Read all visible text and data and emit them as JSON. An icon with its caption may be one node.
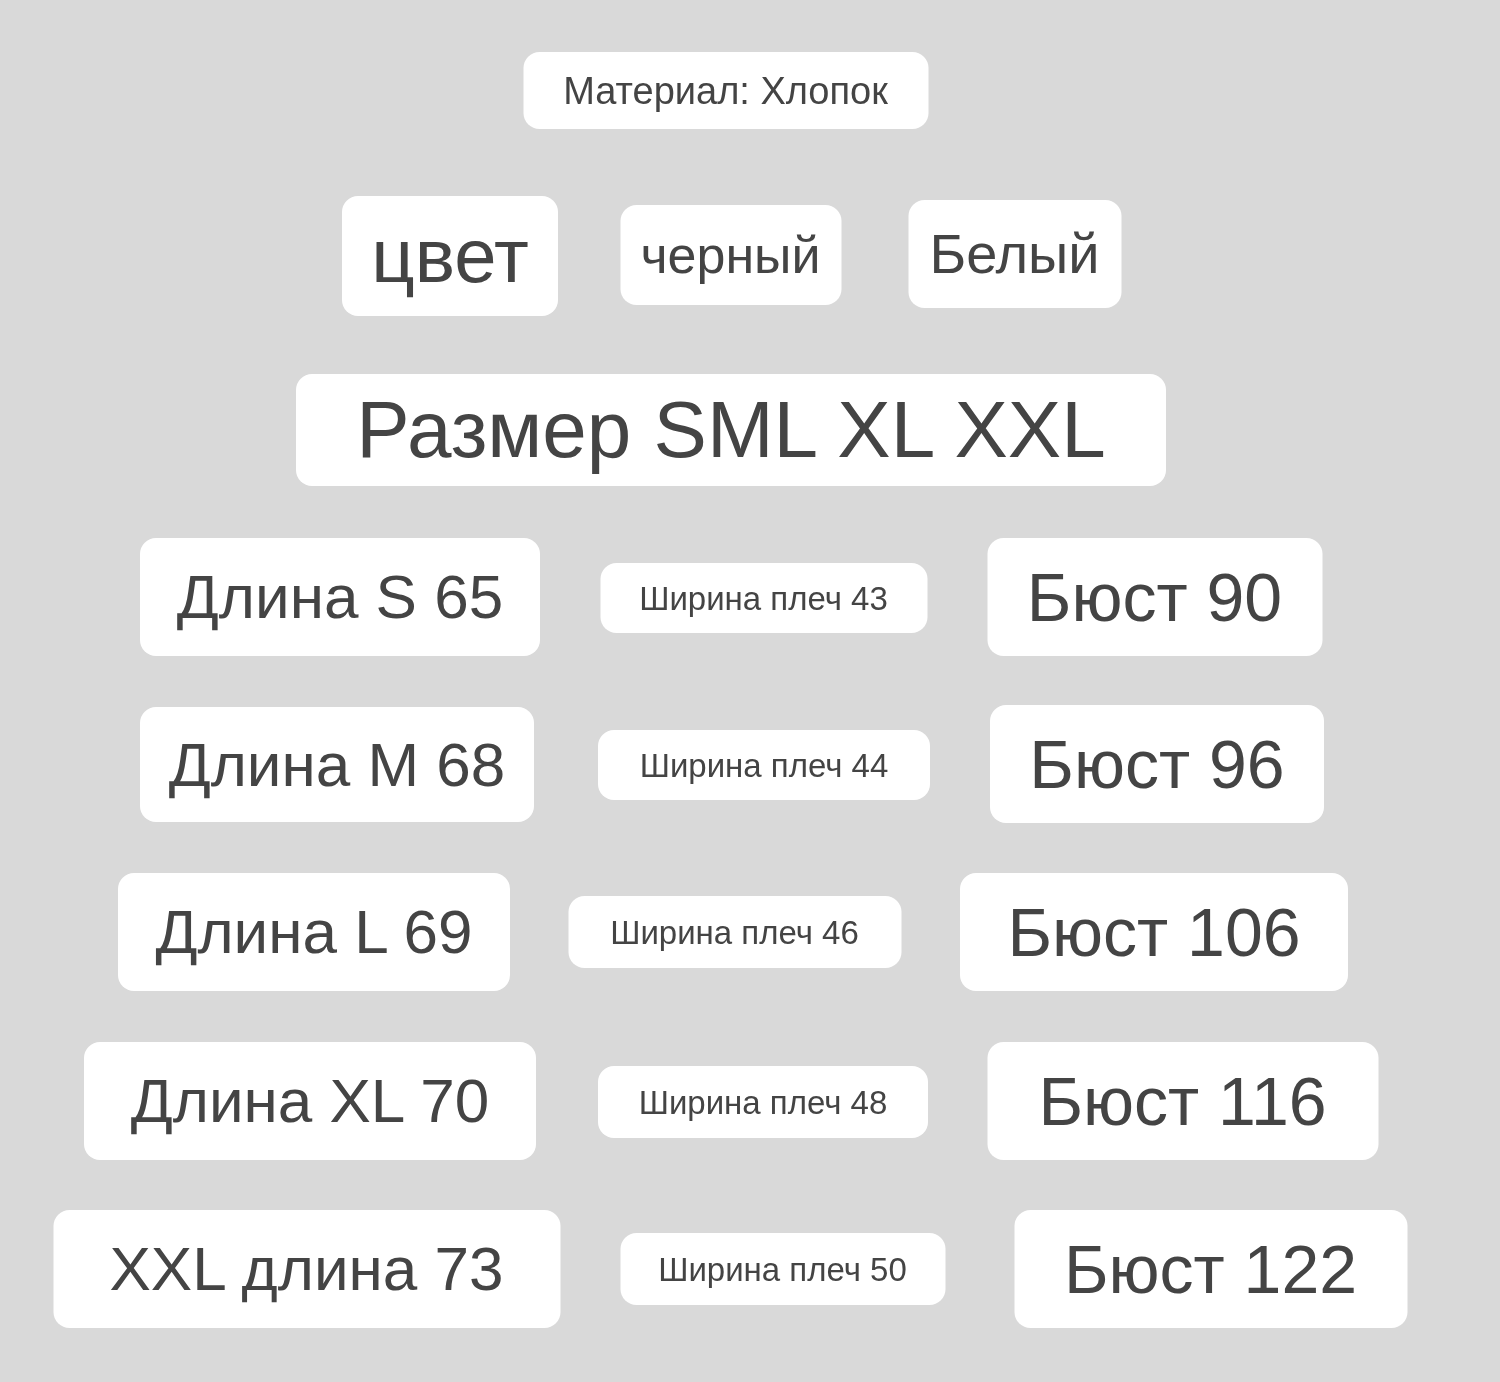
{
  "diagram": {
    "nodes": [
      {
        "text": [
          "Материал: Хлопок"
        ]
      },
      {
        "text": [
          "цвет"
        ]
      },
      {
        "text": [
          "черный"
        ]
      },
      {
        "text": [
          "Белый"
        ]
      },
      {
        "text": [
          "Размер SML XL XXL"
        ]
      },
      {
        "text": [
          "Длина S 65"
        ]
      },
      {
        "text": [
          "Ширина плеч 43"
        ]
      },
      {
        "text": [
          "Бюст 90"
        ]
      },
      {
        "text": [
          "Длина M 68"
        ]
      },
      {
        "text": [
          "Ширина плеч 44"
        ]
      },
      {
        "text": [
          "Бюст 96"
        ]
      },
      {
        "text": [
          "Длина L 69"
        ]
      },
      {
        "text": [
          "Ширина плеч 46"
        ]
      },
      {
        "text": [
          "Бюст 106"
        ]
      },
      {
        "text": [
          "Длина XL 70"
        ]
      },
      {
        "text": [
          "Ширина плеч 48"
        ]
      },
      {
        "text": [
          "Бюст 116"
        ]
      },
      {
        "text": [
          "XXL длина 73"
        ]
      },
      {
        "text": [
          "Ширина плеч 50"
        ]
      },
      {
        "text": [
          "Бюст 122"
        ]
      }
    ]
  }
}
